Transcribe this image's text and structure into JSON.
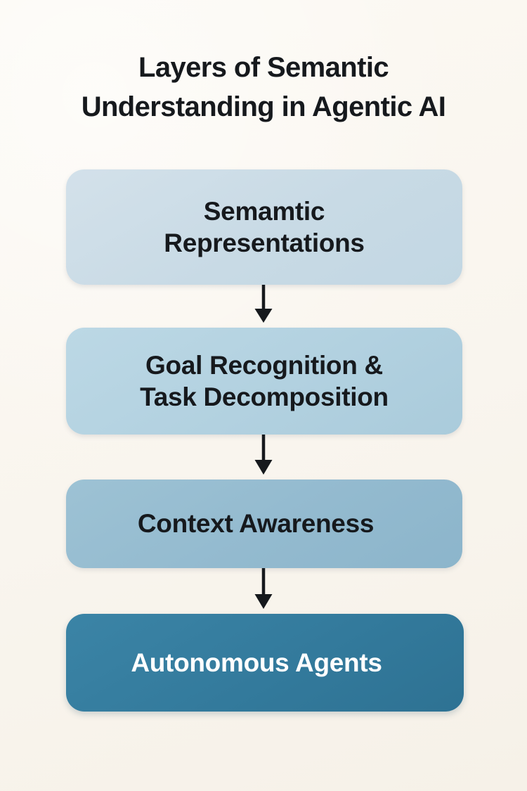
{
  "title": {
    "line1": "Layers of Semantic",
    "line2": "Understanding in Agentic AI"
  },
  "colors": {
    "background": "#faf6ef",
    "title_text": "#16191d",
    "arrow": "#16191d",
    "stage_1_fill": "#c8dae5",
    "stage_2_fill": "#b2d1e0",
    "stage_3_fill": "#93bacf",
    "stage_4_fill": "#337a9c",
    "stage_4_text": "#ffffff"
  },
  "chart_data": {
    "type": "diagram",
    "title": "Layers of Semantic Understanding in Agentic AI",
    "layout": "vertical-flow",
    "stage_count": 4,
    "stages": [
      {
        "index": 1,
        "label": "Semamtic Representations",
        "line1": "Semamtic",
        "line2": "Representations",
        "fill": "#c8dae5",
        "text_color": "#16191d"
      },
      {
        "index": 2,
        "label": "Goal Recognition & Task Decomposition",
        "line1": "Goal Recognition &",
        "line2": "Task Decomposition",
        "fill": "#b2d1e0",
        "text_color": "#16191d"
      },
      {
        "index": 3,
        "label": "Context Awareness",
        "line1": "Context Awareness",
        "line2": "",
        "fill": "#93bacf",
        "text_color": "#16191d"
      },
      {
        "index": 4,
        "label": "Autonomous Agents",
        "line1": "Autonomous Agents",
        "line2": "",
        "fill": "#337a9c",
        "text_color": "#ffffff"
      }
    ],
    "connectors": [
      {
        "from": 1,
        "to": 2,
        "style": "down-arrow"
      },
      {
        "from": 2,
        "to": 3,
        "style": "down-arrow"
      },
      {
        "from": 3,
        "to": 4,
        "style": "down-arrow"
      }
    ]
  }
}
